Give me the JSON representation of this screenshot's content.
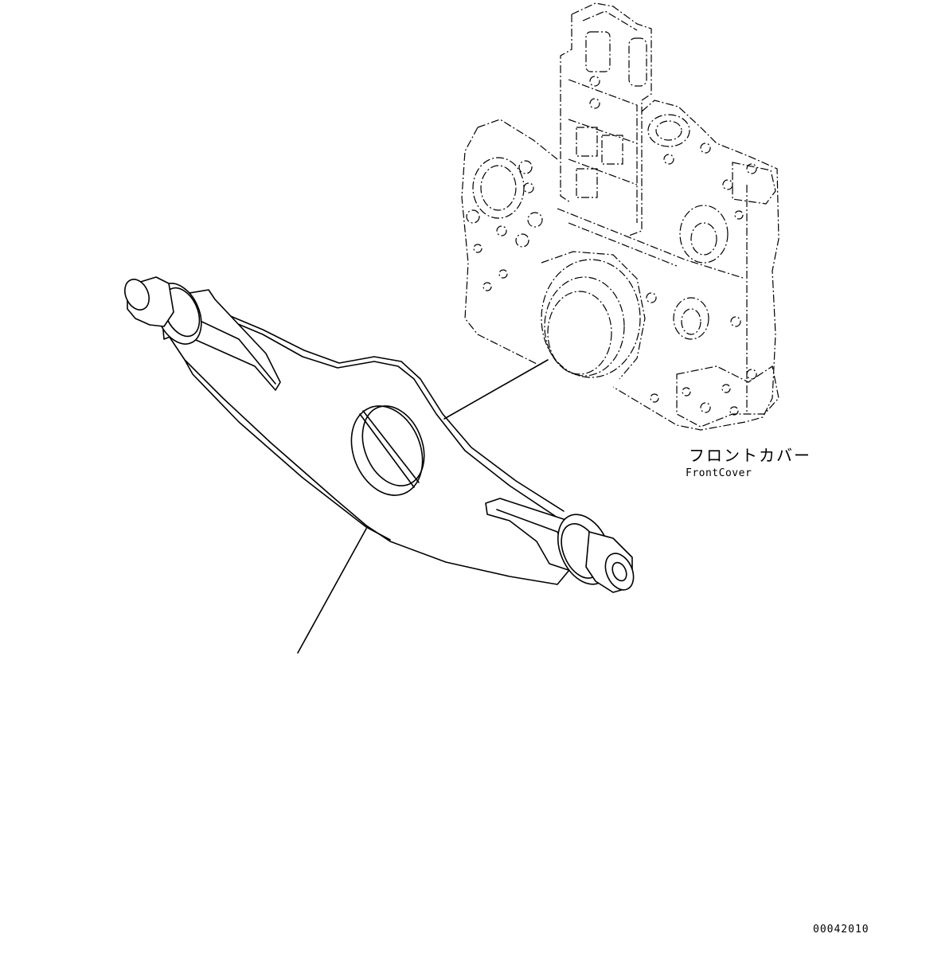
{
  "labels": {
    "front_cover_jp": "フロントカバー",
    "front_cover_en": "FrontCover",
    "drawing_number": "00042010"
  }
}
